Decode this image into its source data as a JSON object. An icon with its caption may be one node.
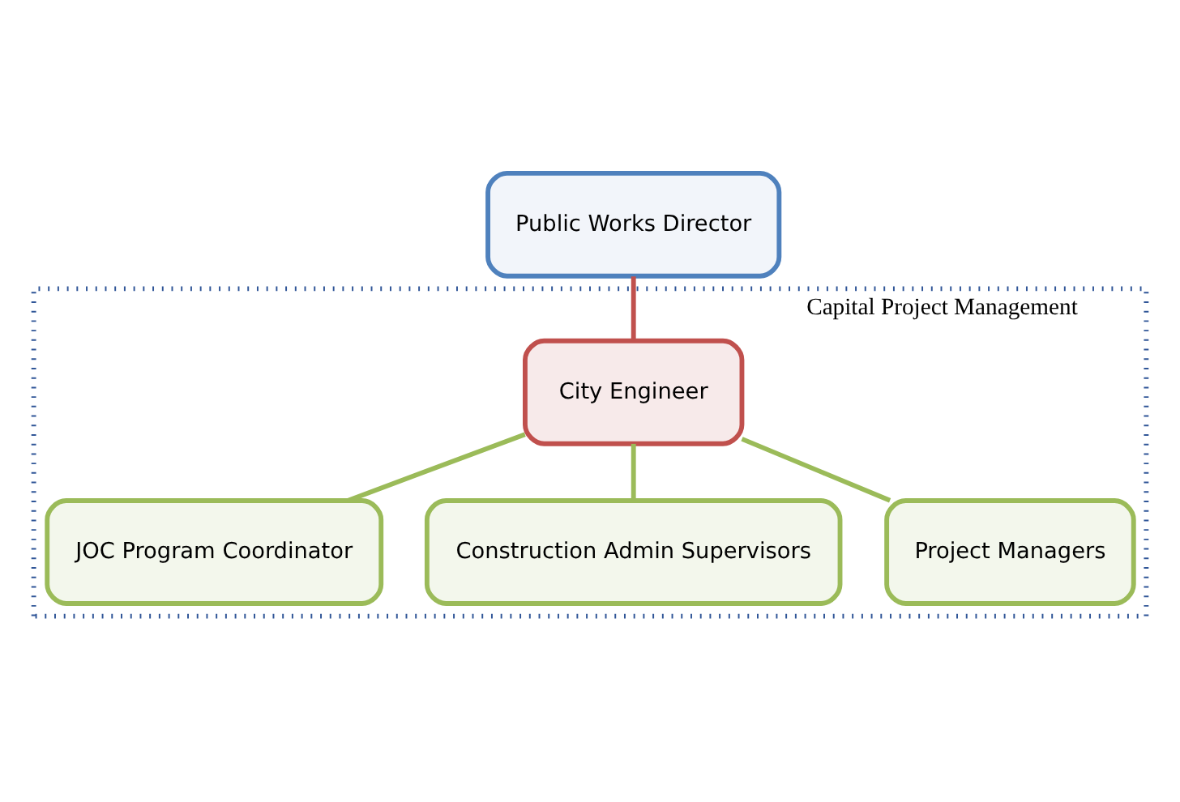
{
  "diagram": {
    "nodes": [
      {
        "text": [
          "Public Works Director"
        ]
      },
      {
        "text": [
          "Capital Project Management"
        ]
      },
      {
        "text": [
          "City Engineer"
        ],
        "in": 1
      },
      {
        "text": [
          "JOC Program Coordinator"
        ],
        "in": 1
      },
      {
        "text": [
          "Construction Admin Supervisors"
        ],
        "in": 1
      },
      {
        "text": [
          "Project Managers"
        ],
        "in": 1
      }
    ],
    "edges": [
      {
        "from": 0,
        "to": 2,
        "arrow": "none",
        "color": "#c0504d"
      },
      {
        "from": 2,
        "to": 3,
        "arrow": "none"
      },
      {
        "from": 2,
        "to": 4,
        "arrow": "none"
      },
      {
        "from": 2,
        "to": 5,
        "arrow": "none"
      }
    ]
  }
}
